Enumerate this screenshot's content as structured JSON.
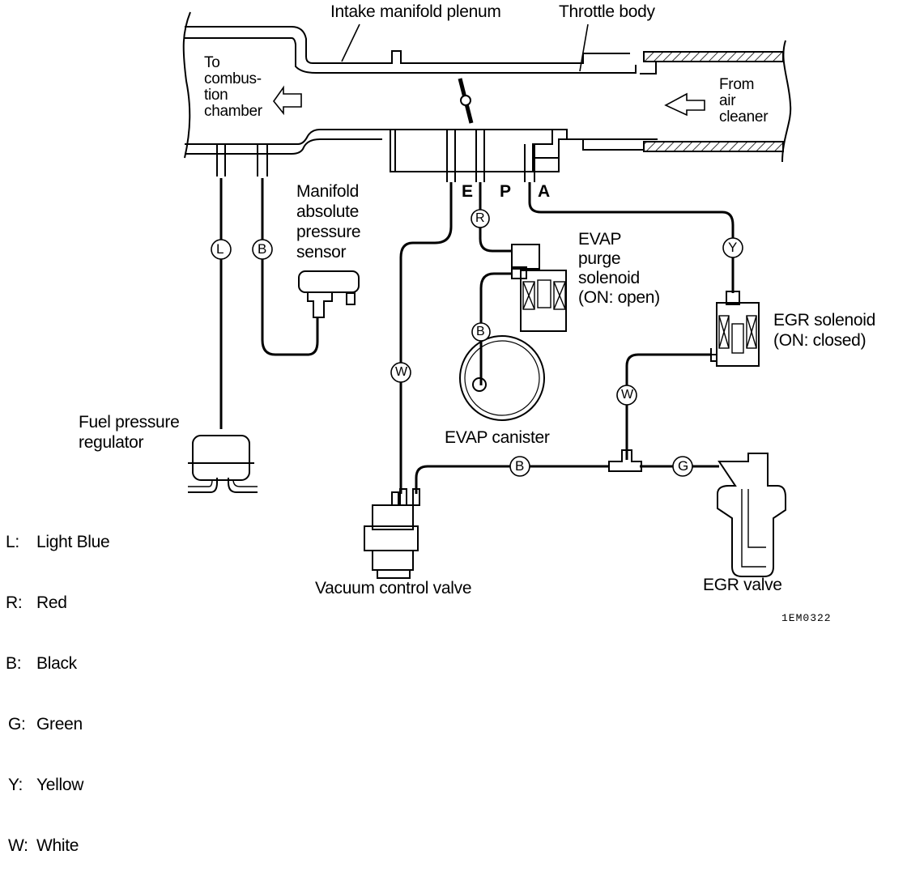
{
  "diagram": {
    "title_code": "1EM0322",
    "labels": {
      "intake_plenum": "Intake manifold plenum",
      "throttle_body": "Throttle body",
      "to_combustion": "To\ncombus-\ntion\nchamber",
      "from_air_cleaner": "From\nair\ncleaner",
      "map_sensor": "Manifold\nabsolute\npressure\nsensor",
      "evap_purge": "EVAP\npurge\nsolenoid\n(ON: open)",
      "egr_solenoid": "EGR solenoid\n(ON: closed)",
      "evap_canister": "EVAP canister",
      "fuel_regulator": "Fuel pressure\nregulator",
      "vacuum_valve": "Vacuum control valve",
      "egr_valve": "EGR valve"
    },
    "ports": {
      "e": "E",
      "p": "P",
      "a": "A"
    },
    "hose_markers": {
      "fuel_reg": "L",
      "map": "B",
      "purge_in": "R",
      "canister": "B",
      "vcv_main": "W",
      "egr_sol_in": "Y",
      "egr_sol_out": "W",
      "vcv_to_tee": "B",
      "tee_to_egr": "G"
    },
    "legend": [
      {
        "key": "L:",
        "value": "Light Blue"
      },
      {
        "key": "R:",
        "value": "Red"
      },
      {
        "key": "B:",
        "value": "Black"
      },
      {
        "key": "G:",
        "value": "Green"
      },
      {
        "key": "Y:",
        "value": "Yellow"
      },
      {
        "key": "W:",
        "value": "White"
      }
    ]
  }
}
